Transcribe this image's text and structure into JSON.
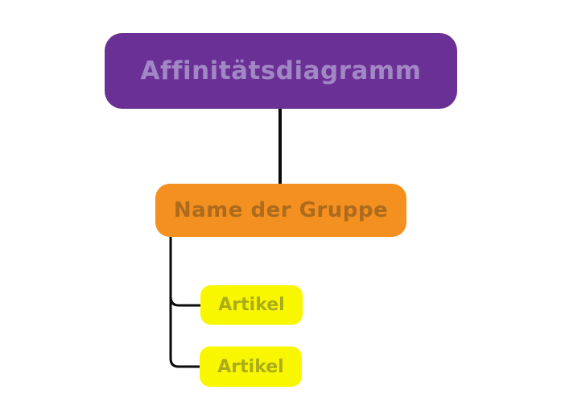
{
  "diagram": {
    "root": {
      "label": "Affinitätsdiagramm"
    },
    "group": {
      "label": "Name der Gruppe"
    },
    "articles": [
      {
        "label": "Artikel"
      },
      {
        "label": "Artikel"
      }
    ]
  },
  "colors": {
    "canvas-bg": "#FFFFFF",
    "connector": "#0A0A0A",
    "root-bg": "#6A3096",
    "root-text": "#A287C5",
    "group-bg": "#F4901F",
    "group-text": "#AD6B1E",
    "article-bg": "#F8F700",
    "article-text": "#ACAC1A"
  }
}
